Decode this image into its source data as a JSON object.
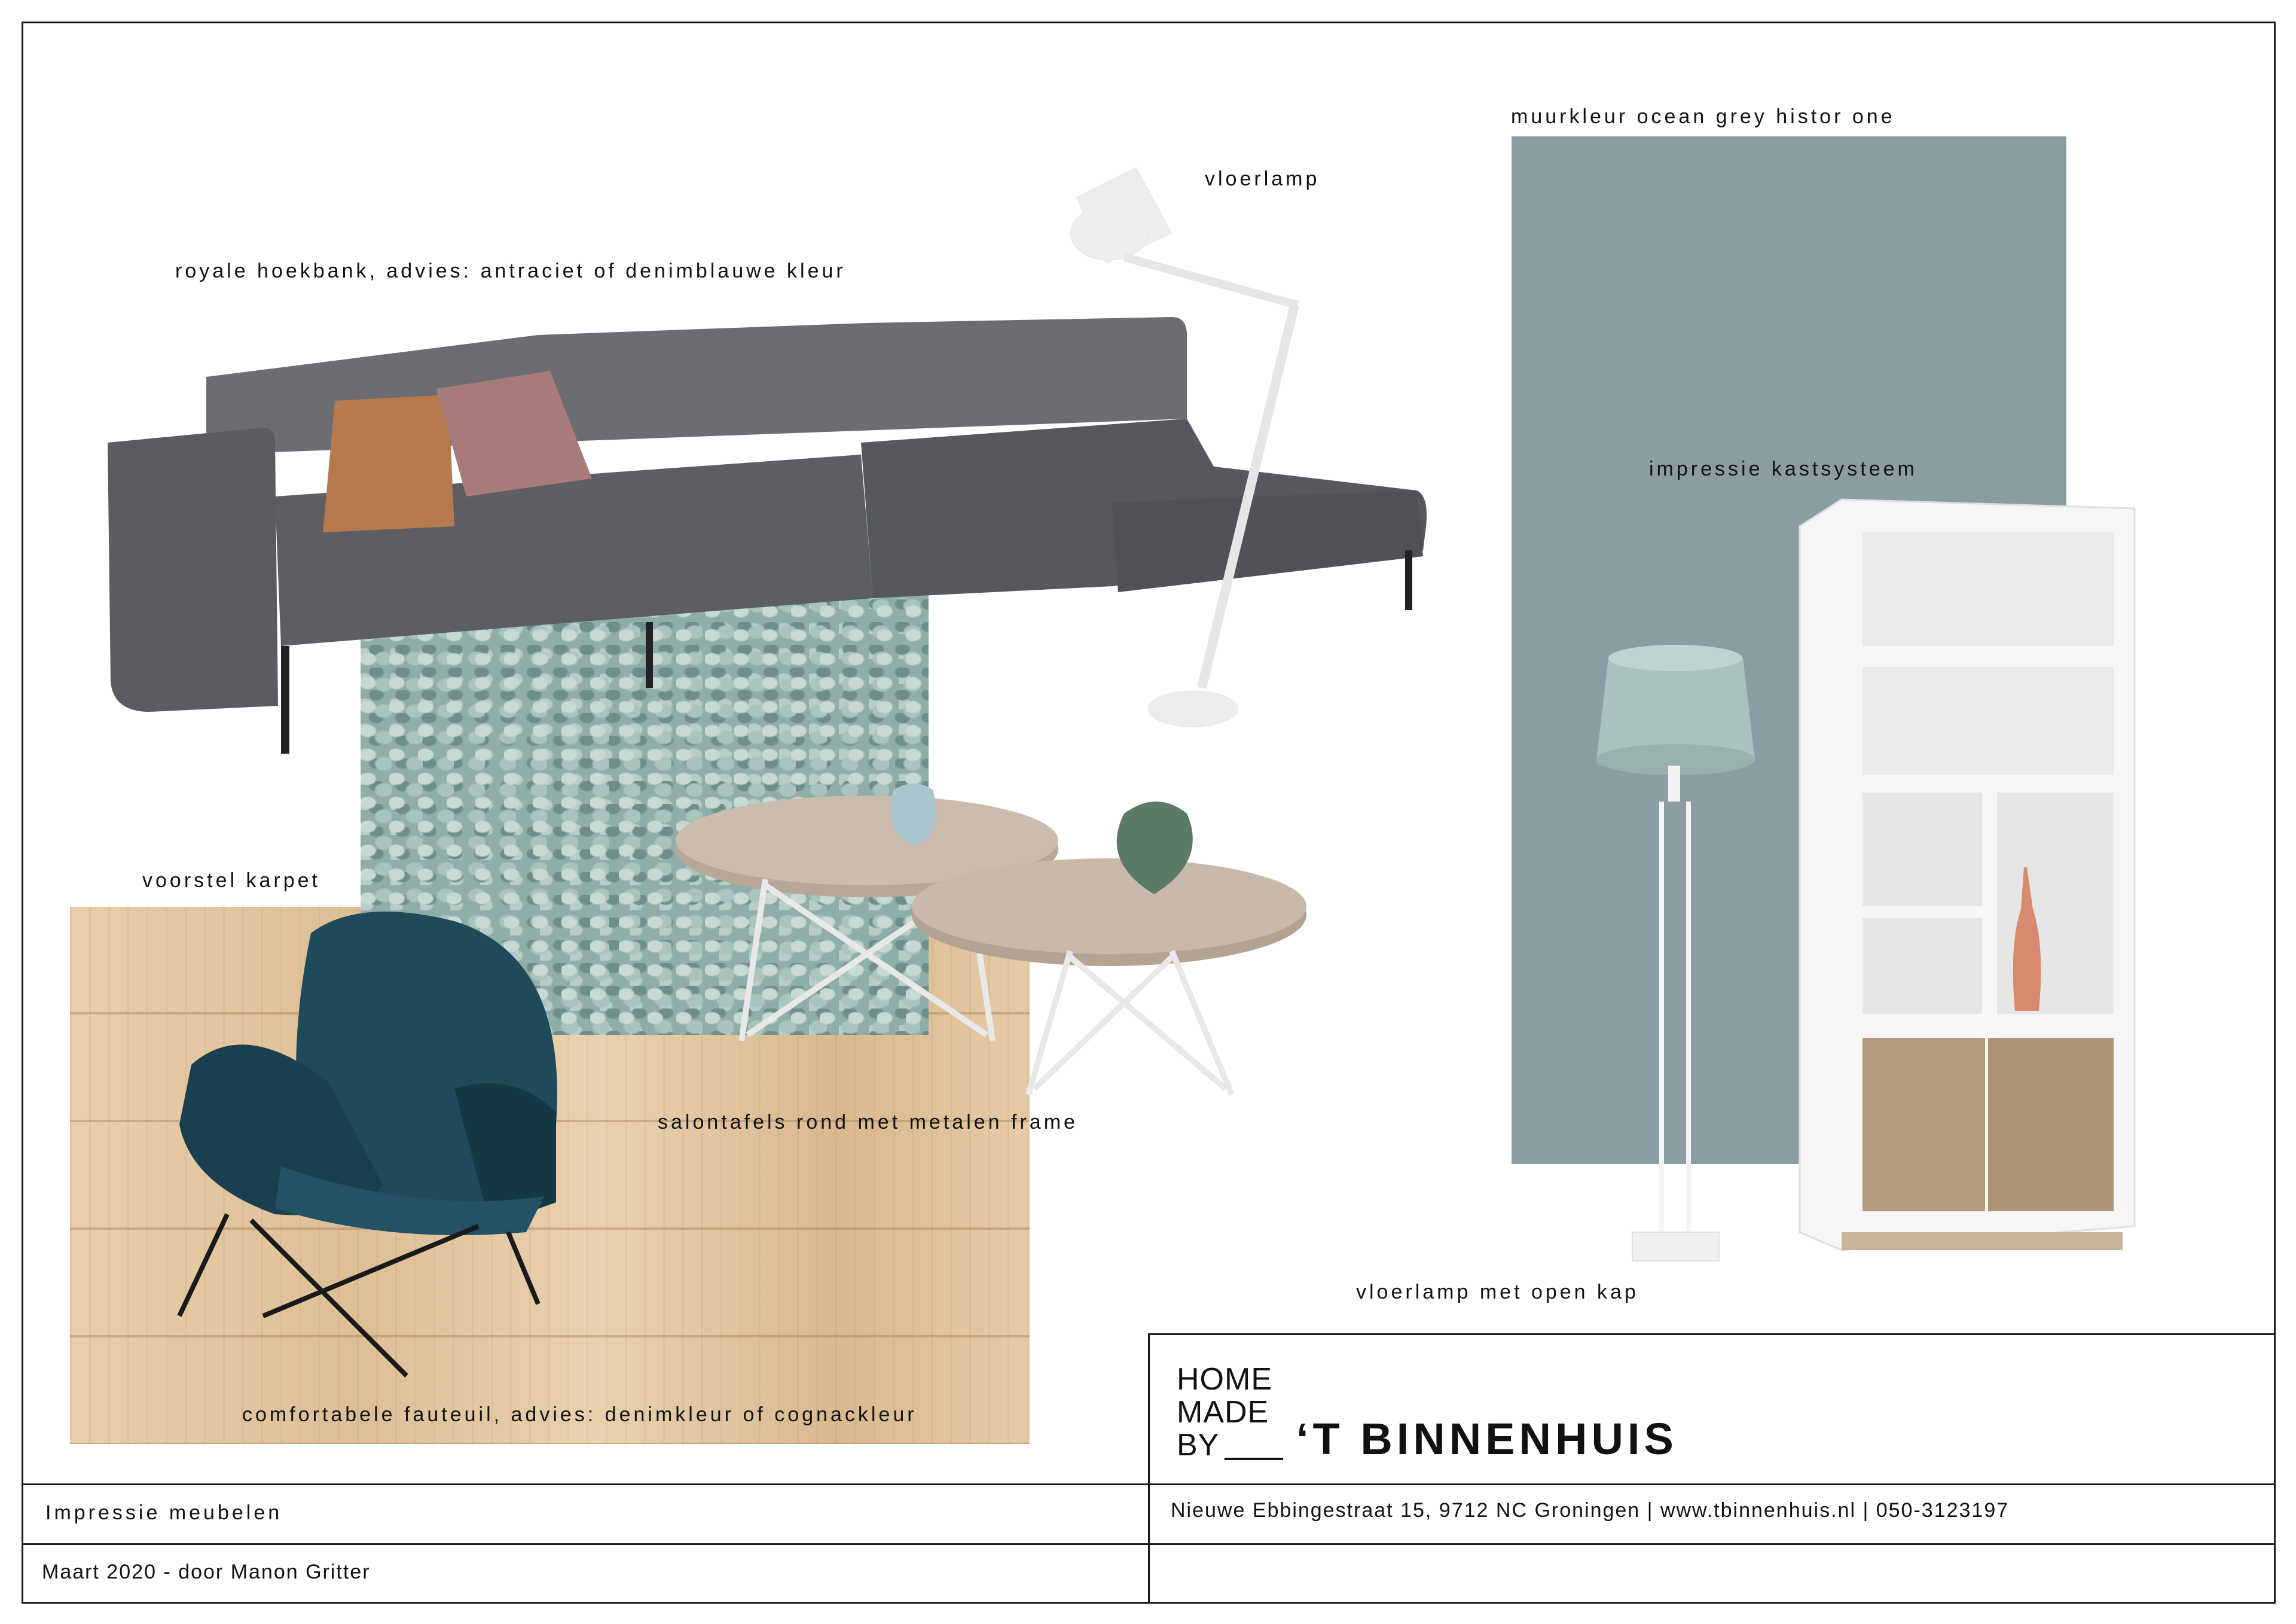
{
  "labels": {
    "wall_color": "muurkleur ocean grey histor one",
    "floor_lamp": "vloerlamp",
    "sofa": "royale hoekbank, advies: antraciet of denimblauwe kleur",
    "cabinet": "impressie kastsysteem",
    "rug": "voorstel karpet",
    "tables": "salontafels rond met metalen frame",
    "open_lamp": "vloerlamp met open kap",
    "armchair": "comfortabele fauteuil, advies: denimkleur of cognackleur"
  },
  "logo": {
    "line1": "HOME",
    "line2": "MADE",
    "line3": "BY",
    "name": "‘T BINNENHUIS"
  },
  "footer": {
    "title": "Impressie meubelen",
    "address": "Nieuwe Ebbingestraat 15, 9712 NC Groningen | www.tbinnenhuis.nl | 050-3123197",
    "date_author": "Maart 2020 - door Manon Gritter"
  },
  "colors": {
    "wall": "#8a9da3",
    "sofa": "#5b5d63",
    "armchair": "#1f4a5a",
    "rug": "#8faea8"
  }
}
